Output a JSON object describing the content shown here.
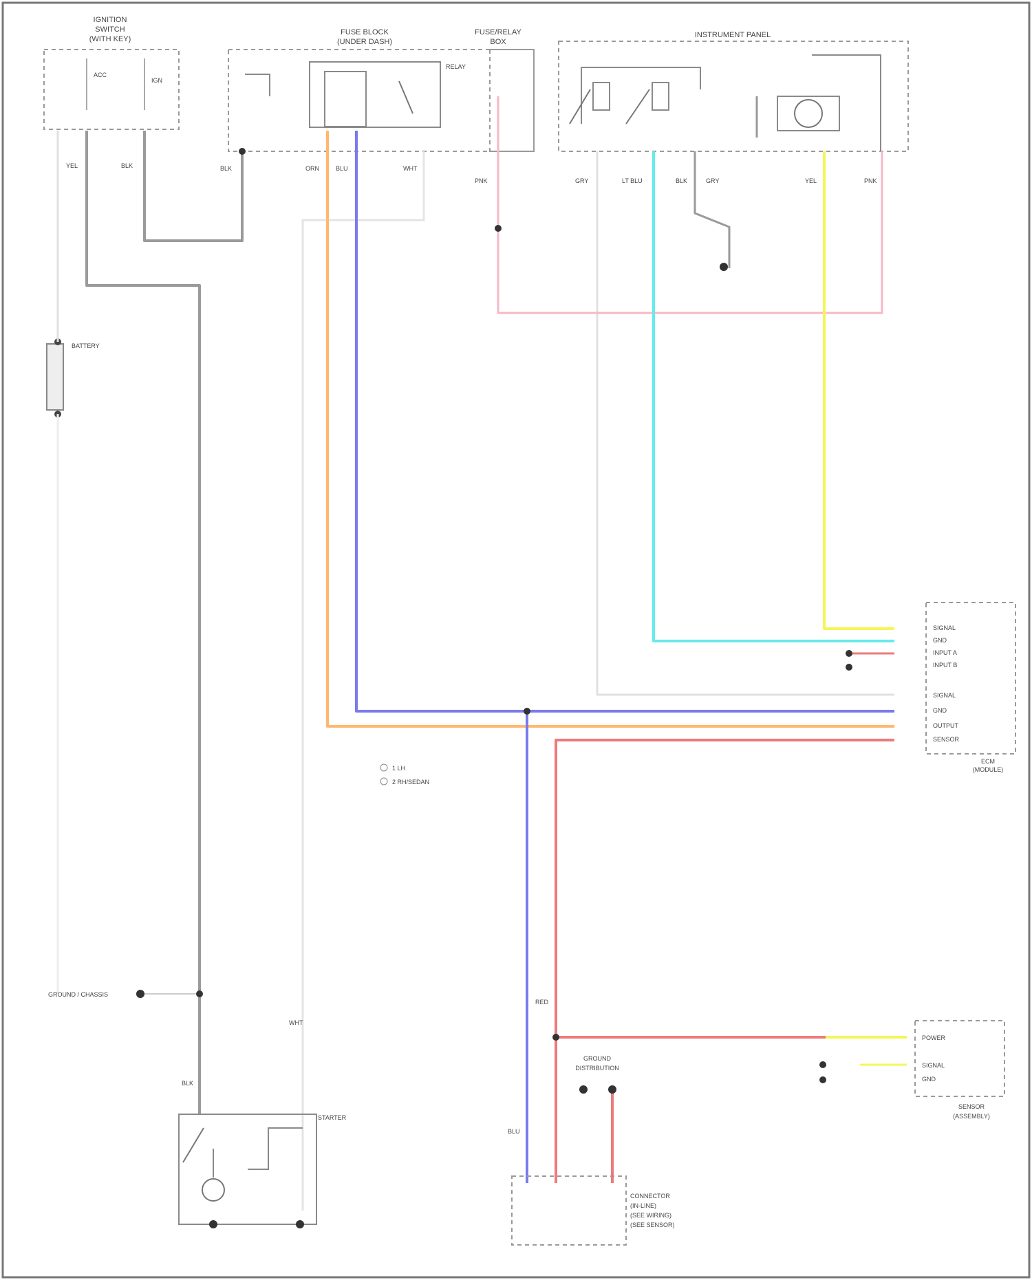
{
  "components": {
    "ignition_switch": {
      "title": [
        "IGNITION",
        "SWITCH",
        "(WITH KEY)"
      ],
      "pins": [
        "ACC",
        "IGN"
      ]
    },
    "fuse_block": {
      "title": [
        "FUSE BLOCK",
        "(UNDER DASH)"
      ],
      "relay": "RELAY"
    },
    "fuse_box_relay": {
      "title": [
        "FUSE/RELAY",
        "BOX"
      ]
    },
    "instrument_panel": {
      "title": "INSTRUMENT PANEL"
    },
    "battery": {
      "title": "BATTERY"
    },
    "ecm": {
      "title": [
        "ECM",
        "(MODULE)"
      ],
      "pins": [
        "SIGNAL",
        "GND",
        "INPUT A",
        "INPUT B",
        "SIGNAL",
        "GND",
        "OUTPUT",
        "SENSOR"
      ]
    },
    "starter": {
      "title": "STARTER"
    },
    "ground_left": {
      "title": "GROUND / CHASSIS"
    },
    "ground_mid": {
      "title": [
        "GROUND",
        "DISTRIBUTION"
      ]
    },
    "sensor_right": {
      "title": [
        "SENSOR",
        "(ASSEMBLY)"
      ],
      "pins": [
        "POWER",
        "SIGNAL",
        "GND"
      ]
    },
    "connector_bottom": {
      "title": [
        "CONNECTOR",
        "(IN-LINE)",
        "(SEE WIRING)",
        "(SEE SENSOR)"
      ]
    }
  },
  "wire_labels": [
    "YEL",
    "BLK",
    "BLK",
    "ORN",
    "BLU",
    "WHT",
    "PNK",
    "GRY",
    "LT BLU",
    "BLK",
    "GRY",
    "YEL",
    "PNK",
    "RED",
    "BLU",
    "WHT",
    "BLK"
  ],
  "notes": [
    "1 LH",
    "2 RH/SEDAN"
  ],
  "colors": {
    "gray_wire": "#9a9a9a",
    "orange_wire": "#ffb870",
    "blue_wire": "#7a7aee",
    "cyan_wire": "#66eaea",
    "yellow_wire": "#f5f55a",
    "pink_wire": "#f7b8c4",
    "red_wire": "#ee7a7a",
    "white_wire": "#dcdcdc"
  }
}
